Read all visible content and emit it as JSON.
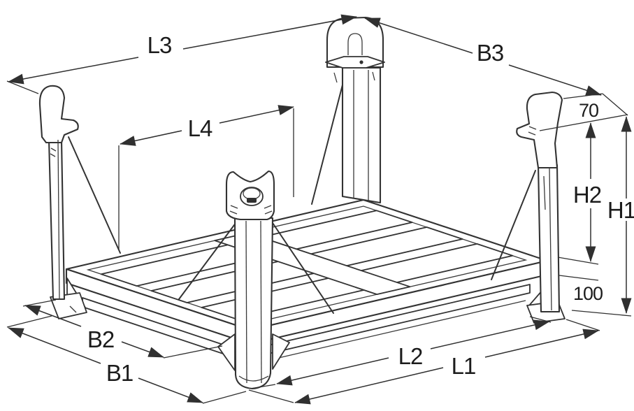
{
  "colors": {
    "line": "#333333",
    "text": "#1c1c1c",
    "background": "#ffffff"
  },
  "dimensions": {
    "l1": "L1",
    "l2": "L2",
    "l3": "L3",
    "l4": "L4",
    "b1": "B1",
    "b2": "B2",
    "b3": "B3",
    "h1": "H1",
    "h2": "H2",
    "cap_offset": "70",
    "foot_height": "100"
  }
}
